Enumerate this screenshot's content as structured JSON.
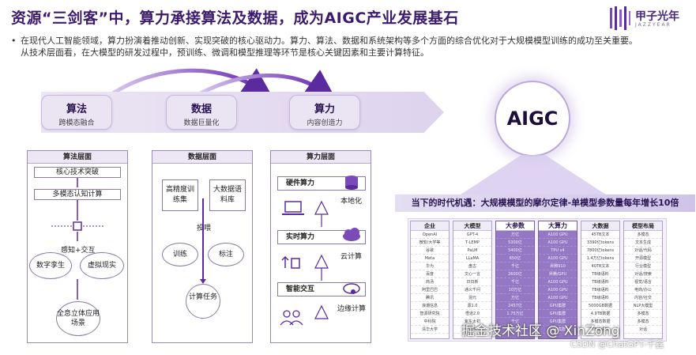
{
  "title": "资源“三剑客”中，算力承接算法及数据，成为AIGC产业发展基石",
  "logo": {
    "name": "甲子光年",
    "sub": "JAZZYEAR"
  },
  "intro": {
    "line1": "在现代人工智能领域，算力扮演着推动创新、实现突破的核心驱动力。算力、算法、数据和系统架构等多个方面的综合优化对于大规模模型训练的成功至关重要。",
    "line2": "从技术层面看，在大模型的研发过程中，预训练、微调和模型推理等环节是核心关键因素和主要计算特征。"
  },
  "flow": {
    "algo": {
      "title": "算法",
      "sub": "跨模态融合"
    },
    "data": {
      "title": "数据",
      "sub": "数据巨量化"
    },
    "compute": {
      "title": "算力",
      "sub": "内容创造力"
    },
    "target": "AIGC"
  },
  "algo_panel": {
    "header": "算法层面",
    "core": "核心技术突破",
    "multi": "多模态认知计算",
    "sense": "感知+交互",
    "twin": "数字孪生",
    "vr": "虚拟现实",
    "holo": "全息立体应用场景"
  },
  "data_panel": {
    "header": "数据层面",
    "hq": "高精度训练集",
    "bigdata": "大数据语料库",
    "feed": "投喂",
    "train": "训练",
    "label": "标注",
    "task": "计算任务"
  },
  "compute_panel": {
    "header": "算力层面",
    "hw": "硬件算力",
    "rt": "实时算力",
    "smart": "智能交互",
    "local": "本地化",
    "cloud": "云计算",
    "edge": "边缘计算"
  },
  "banner": "当下的时代机遇：大规模模型的摩尔定律-单模型参数量每年增长10倍",
  "table": {
    "headers": [
      "企业",
      "大模型",
      "大参数",
      "大算力",
      "大数据",
      "模型布局"
    ],
    "col0": [
      "OpenAI",
      "微软/大学等",
      "谷歌",
      "Meta",
      "华为",
      "百度",
      "商汤",
      "阿里巴巴",
      "腾讯",
      "浪潮信息",
      "智源研究院",
      "中科院",
      "清华大学"
    ],
    "col1": [
      "GPT-4",
      "T-LEMP",
      "PaLM",
      "LLaMA",
      "盘古",
      "文心一言",
      "日日新",
      "通义千问",
      "混元",
      "源1.0",
      "悟道2.0",
      "紫东太初",
      "GLM"
    ],
    "col2": [
      "万亿",
      "5300亿",
      "5400亿",
      "650亿",
      "千亿",
      "2600亿",
      "千亿",
      "10万亿",
      "万亿",
      "2457亿",
      "1.75万亿",
      "千亿",
      "1300亿"
    ],
    "col3": [
      "A100 GPU",
      "A100 GPU",
      "TPU v4",
      "A100 GPU",
      "昇腾910",
      "昇腾/GPU",
      "A100 GPU",
      "A100 GPU",
      "A100 GPU",
      "GPU集群",
      "GPU集群",
      "GPU集群",
      "GPU集群"
    ],
    "col4": [
      "45TB文本",
      "3390亿tokens",
      "7800亿tokens",
      "1.4万亿tokens",
      "40TB文本",
      "TB级语料",
      "TB级语料",
      "TB级语料",
      "TB级语料",
      "5000GB数据",
      "4.9TB数据",
      "多模态数据",
      "TB级语料"
    ],
    "col5": [
      "多模态",
      "文本生成",
      "对话/代码",
      "开源模型",
      "行业模型",
      "对话/搜索",
      "视觉/语言",
      "电商/办公",
      "内容/社交",
      "NLP大模型",
      "多模态",
      "多模态",
      "对话"
    ]
  },
  "watermark": {
    "main": "掘金技术社区 @ XinZong",
    "sub": "CSDN @ChatGPT-千鑫"
  },
  "colors": {
    "accent": "#5b2a9e",
    "dark": "#3c1a6e",
    "soft": "#ebe4f3"
  }
}
